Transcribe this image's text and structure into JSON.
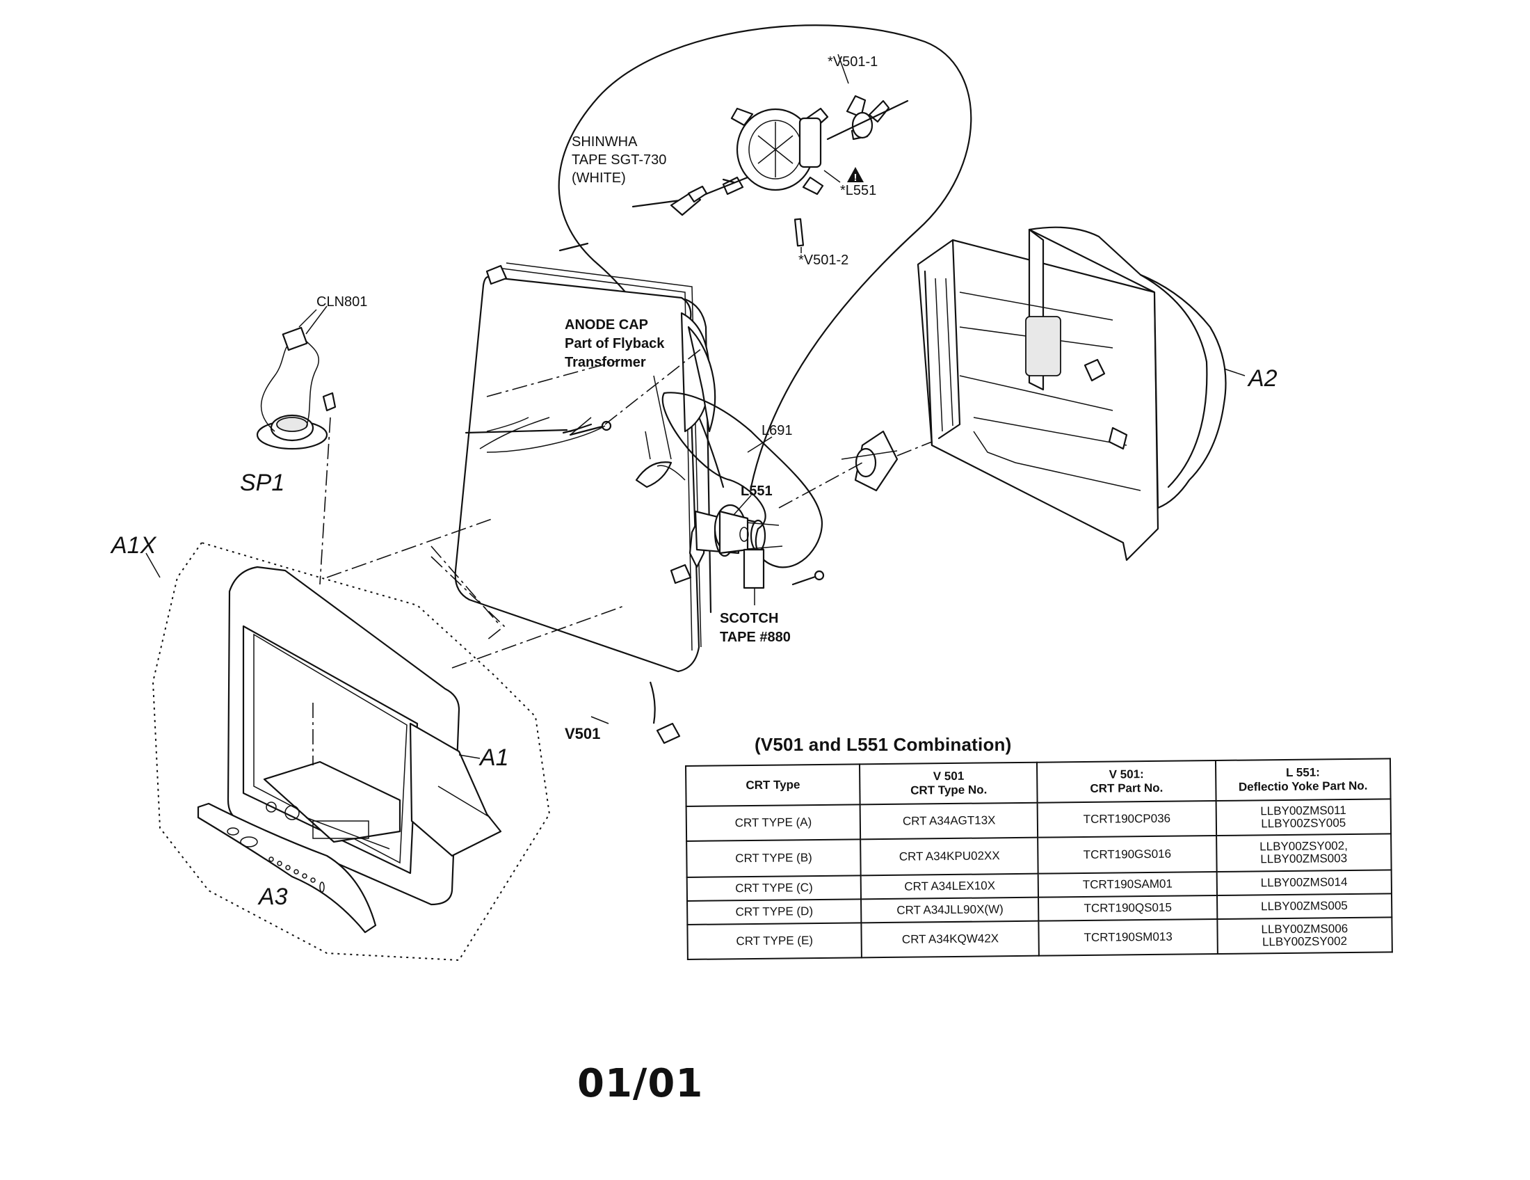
{
  "callouts": {
    "v501_1": "*V501-1",
    "shinwha_line1": "SHINWHA",
    "shinwha_line2": "TAPE SGT-730",
    "shinwha_line3": "(WHITE)",
    "l551_detail": "*L551",
    "v501_2": "*V501-2",
    "cln801": "CLN801",
    "anode_line1": "ANODE CAP",
    "anode_line2": "Part of Flyback",
    "anode_line3": "Transformer",
    "l691": "L691",
    "l551": "L551",
    "a2": "A2",
    "sp1": "SP1",
    "a1x": "A1X",
    "scotch_line1": "SCOTCH",
    "scotch_line2": "TAPE #880",
    "v501": "V501",
    "a1": "A1",
    "a3": "A3"
  },
  "warning_symbol": "!",
  "combination_table": {
    "title": "(V501 and L551 Combination)",
    "headers": [
      [
        "CRT Type"
      ],
      [
        "V 501",
        "CRT Type No."
      ],
      [
        "V 501:",
        "CRT Part No."
      ],
      [
        "L 551:",
        "Deflectio Yoke Part No."
      ]
    ],
    "rows": [
      {
        "type": "CRT TYPE (A)",
        "type_no": "CRT A34AGT13X",
        "part_no": "TCRT190CP036",
        "yoke": [
          "LLBY00ZMS011",
          "LLBY00ZSY005"
        ]
      },
      {
        "type": "CRT TYPE (B)",
        "type_no": "CRT A34KPU02XX",
        "part_no": "TCRT190GS016",
        "yoke": [
          "LLBY00ZSY002,",
          "LLBY00ZMS003"
        ]
      },
      {
        "type": "CRT TYPE (C)",
        "type_no": "CRT A34LEX10X",
        "part_no": "TCRT190SAM01",
        "yoke": [
          "LLBY00ZMS014"
        ]
      },
      {
        "type": "CRT TYPE (D)",
        "type_no": "CRT A34JLL90X(W)",
        "part_no": "TCRT190QS015",
        "yoke": [
          "LLBY00ZMS005"
        ]
      },
      {
        "type": "CRT TYPE (E)",
        "type_no": "CRT A34KQW42X",
        "part_no": "TCRT190SM013",
        "yoke": [
          "LLBY00ZMS006",
          "LLBY00ZSY002"
        ]
      }
    ]
  },
  "page_number": "01/01"
}
